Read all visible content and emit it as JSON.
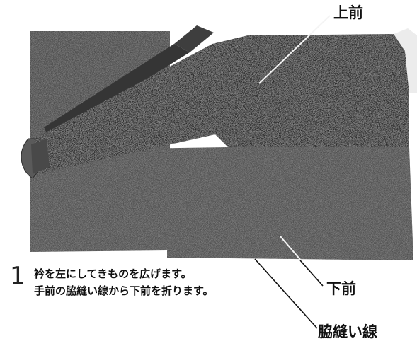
{
  "labels": {
    "upper_front": "上前",
    "lower_front": "下前",
    "side_seam_line": "脇縫い線"
  },
  "step": {
    "number": "1",
    "lines": [
      "衿を左にしてきものを広げます。",
      "手前の脇縫い線から下前を折ります。"
    ]
  },
  "colors": {
    "fabric_base": "#4d4d4d",
    "upper_front_fabric": "#2b2b2b",
    "lower_front_fabric": "#515151",
    "text": "#111111"
  }
}
